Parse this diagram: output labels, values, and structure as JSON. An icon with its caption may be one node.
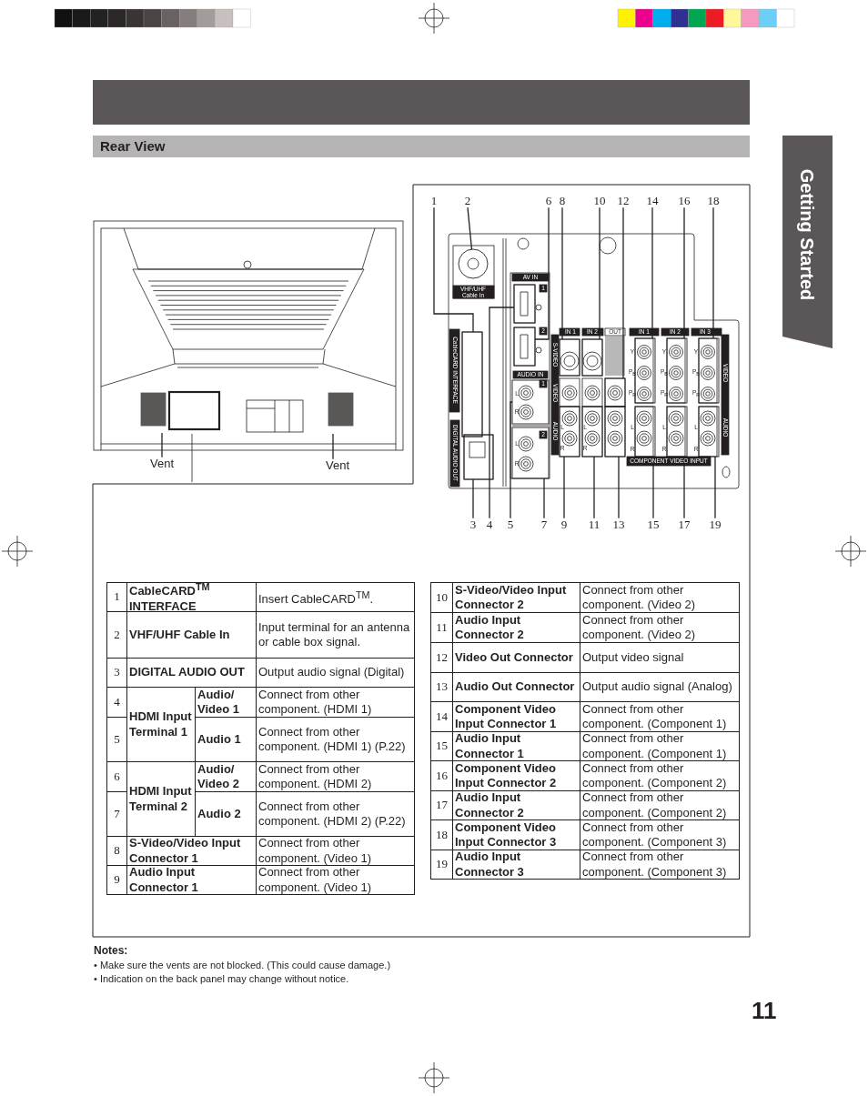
{
  "diagram": {
    "title": "Rear View",
    "nodes": [
      {
        "text": [
          "1"
        ]
      },
      {
        "text": [
          "2"
        ]
      },
      {
        "text": [
          "3"
        ]
      },
      {
        "text": [
          "4"
        ]
      },
      {
        "text": [
          "5"
        ]
      },
      {
        "text": [
          "6"
        ]
      },
      {
        "text": [
          "7"
        ]
      },
      {
        "text": [
          "8"
        ]
      },
      {
        "text": [
          "9"
        ]
      },
      {
        "text": [
          "10"
        ]
      },
      {
        "text": [
          "11"
        ]
      },
      {
        "text": [
          "12"
        ]
      },
      {
        "text": [
          "13"
        ]
      },
      {
        "text": [
          "14"
        ]
      },
      {
        "text": [
          "15"
        ]
      },
      {
        "text": [
          "16"
        ]
      },
      {
        "text": [
          "17"
        ]
      },
      {
        "text": [
          "18"
        ]
      },
      {
        "text": [
          "19"
        ]
      },
      {
        "text": [
          "Vent"
        ]
      },
      {
        "text": [
          "Vent"
        ]
      },
      {
        "text": [],
        "shape": "box"
      },
      {
        "text": [],
        "shape": "circle"
      },
      {
        "text": [],
        "shape": "box"
      },
      {
        "text": [],
        "shape": "box"
      },
      {
        "text": [],
        "shape": "box"
      },
      {
        "text": [],
        "shape": "box"
      },
      {
        "text": [],
        "shape": "box"
      },
      {
        "text": [],
        "shape": "box"
      },
      {
        "text": [],
        "shape": "box"
      },
      {
        "text": [],
        "shape": "box"
      },
      {
        "text": [],
        "shape": "box"
      },
      {
        "text": [],
        "shape": "box"
      },
      {
        "text": [],
        "shape": "box"
      },
      {
        "text": [],
        "shape": "box"
      },
      {
        "text": [],
        "shape": "box"
      },
      {
        "text": [],
        "shape": "box"
      },
      {
        "text": [],
        "shape": "box"
      },
      {
        "text": [],
        "shape": "box"
      },
      {
        "text": [],
        "shape": "box"
      }
    ],
    "edges": [
      {
        "from": 0,
        "to": 21,
        "arrow": "none"
      },
      {
        "from": 1,
        "to": 22,
        "arrow": "none"
      },
      {
        "from": 2,
        "to": 23,
        "arrow": "none"
      },
      {
        "from": 3,
        "to": 24,
        "arrow": "none"
      },
      {
        "from": 4,
        "to": 25,
        "arrow": "none"
      },
      {
        "from": 5,
        "to": 26,
        "arrow": "none"
      },
      {
        "from": 6,
        "to": 27,
        "arrow": "none"
      },
      {
        "from": 7,
        "to": 28,
        "arrow": "none"
      },
      {
        "from": 8,
        "to": 29,
        "arrow": "none"
      },
      {
        "from": 9,
        "to": 30,
        "arrow": "none"
      },
      {
        "from": 10,
        "to": 31,
        "arrow": "none"
      },
      {
        "from": 11,
        "to": 32,
        "arrow": "none"
      },
      {
        "from": 12,
        "to": 33,
        "arrow": "none"
      },
      {
        "from": 13,
        "to": 34,
        "arrow": "none"
      },
      {
        "from": 14,
        "to": 35,
        "arrow": "none"
      },
      {
        "from": 15,
        "to": 36,
        "arrow": "none"
      },
      {
        "from": 16,
        "to": 37,
        "arrow": "none"
      },
      {
        "from": 17,
        "to": 38,
        "arrow": "none"
      },
      {
        "from": 18,
        "to": 39,
        "arrow": "none"
      },
      {
        "from": 19,
        "to": null,
        "arrow": "none"
      },
      {
        "from": 20,
        "to": null,
        "arrow": "none"
      }
    ],
    "labels": [
      "Getting Started",
      "VHF/UHF Cable In",
      "CableCARD INTERFACE",
      "DIGITAL AUDIO OUT",
      "AV IN",
      "1",
      "2",
      "AUDIO IN",
      "1",
      "L",
      "R",
      "2",
      "L",
      "R",
      "S-VIDEO",
      "VIDEO",
      "AUDIO",
      "IN 1",
      "IN 2",
      "OUT",
      "L",
      "R",
      "L",
      "R",
      "IN 1",
      "IN 2",
      "IN 3",
      "Y",
      "P$_{B}$",
      "P$_{R}$",
      "L",
      "R",
      "Y",
      "P$_{B}$",
      "P$_{R}$",
      "L",
      "R",
      "Y",
      "P$_{B}$",
      "P$_{R}$",
      "L",
      "R",
      "VIDEO",
      "AUDIO",
      "COMPONENT VIDEO INPUT",
      "1",
      "CableCARD$^{TM}$ INTERFACE",
      "Insert CableCARD$^{TM}$.",
      "2",
      "VHF/UHF Cable In",
      "Input terminal for an antenna or cable box signal.",
      "3",
      "DIGITAL AUDIO OUT",
      "Output audio signal (Digital)",
      "4",
      "HDMI Input Terminal 1",
      "Audio/ Video 1",
      "Connect from other component. (HDMI 1)",
      "5",
      "Audio 1",
      "Connect from other component. (HDMI 1) (P.22)",
      "6",
      "HDMI Input Terminal 2",
      "Audio/ Video 2",
      "Connect from other component. (HDMI 2)",
      "7",
      "Audio 2",
      "Connect from other component. (HDMI 2) (P.22)",
      "8",
      "S-Video/Video Input Connector 1",
      "Connect from other component. (Video 1)",
      "9",
      "Audio Input Connector 1",
      "Connect from other component. (Video 1)",
      "10",
      "S-Video/Video Input Connector 2",
      "Connect from other component. (Video 2)",
      "11",
      "Audio Input Connector 2",
      "Connect from other component. (Video 2)",
      "12",
      "Video Out Connector",
      "Output video signal",
      "13",
      "Audio Out Connector",
      "Output audio signal (Analog)",
      "14",
      "Component Video Input Connector 1",
      "Connect from other component. (Component 1)",
      "15",
      "Audio Input Connector 1",
      "Connect from other component. (Component 1)",
      "16",
      "Component Video Input Connector 2",
      "Connect from other component. (Component 2)",
      "17",
      "Audio Input Connector 2",
      "Connect from other component. (Component 2)",
      "18",
      "Component Video Input Connector 3",
      "Connect from other component. (Component 3)",
      "19",
      "Audio Input Connector 3",
      "Connect from other component. (Component 3)",
      "Notes:",
      "• Make sure the vents are not blocked. (This could cause damage.)",
      "• Indication on the back panel may change without notice.",
      "11"
    ]
  }
}
